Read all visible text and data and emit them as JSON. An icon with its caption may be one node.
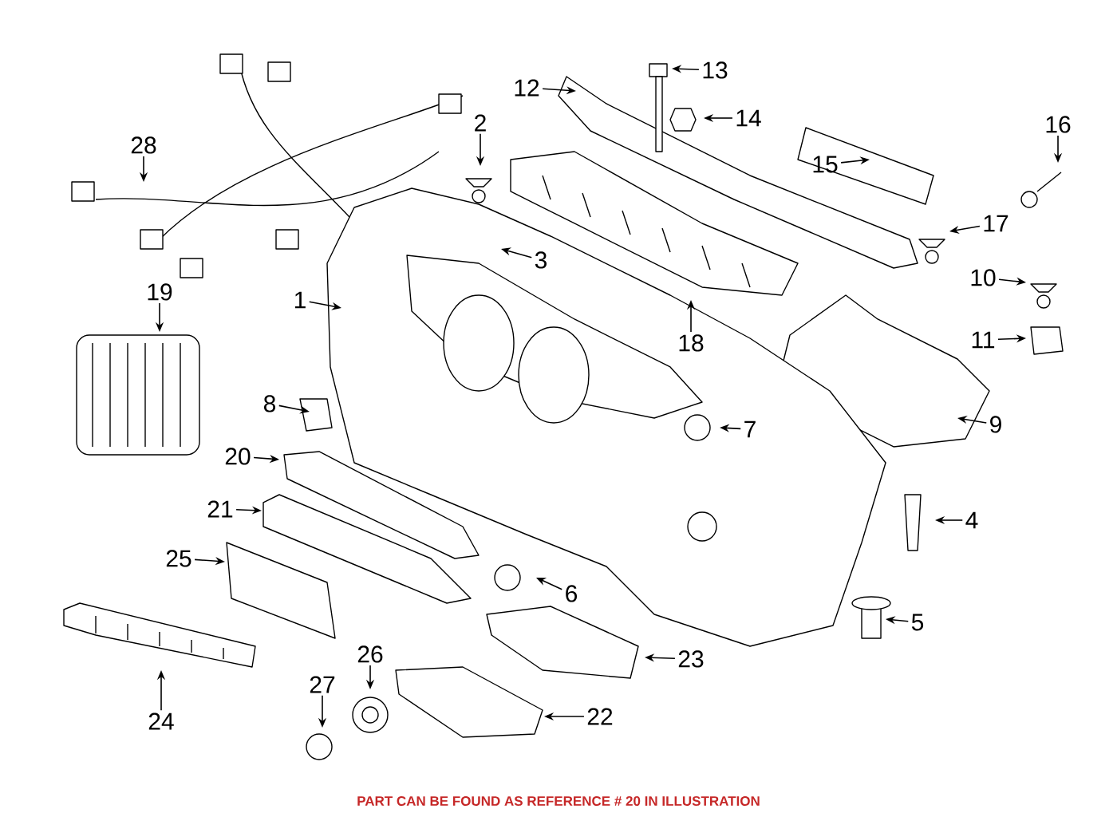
{
  "diagram": {
    "caption": "PART CAN BE FOUND AS REFERENCE # 20 IN ILLUSTRATION",
    "nodes": [
      {
        "text": [
          "1"
        ]
      },
      {
        "text": [
          "2"
        ]
      },
      {
        "text": [
          "3"
        ]
      },
      {
        "text": [
          "4"
        ]
      },
      {
        "text": [
          "5"
        ]
      },
      {
        "text": [
          "6"
        ]
      },
      {
        "text": [
          "7"
        ]
      },
      {
        "text": [
          "8"
        ]
      },
      {
        "text": [
          "9"
        ]
      },
      {
        "text": [
          "10"
        ]
      },
      {
        "text": [
          "11"
        ]
      },
      {
        "text": [
          "12"
        ]
      },
      {
        "text": [
          "13"
        ]
      },
      {
        "text": [
          "14"
        ]
      },
      {
        "text": [
          "15"
        ]
      },
      {
        "text": [
          "16"
        ]
      },
      {
        "text": [
          "17"
        ]
      },
      {
        "text": [
          "18"
        ]
      },
      {
        "text": [
          "19"
        ]
      },
      {
        "text": [
          "20"
        ]
      },
      {
        "text": [
          "21"
        ]
      },
      {
        "text": [
          "22"
        ]
      },
      {
        "text": [
          "23"
        ]
      },
      {
        "text": [
          "24"
        ]
      },
      {
        "text": [
          "25"
        ]
      },
      {
        "text": [
          "26"
        ]
      },
      {
        "text": [
          "27"
        ]
      },
      {
        "text": [
          "28"
        ]
      }
    ],
    "edges": [
      {
        "from": 0,
        "to": null,
        "arrow": "to"
      },
      {
        "from": 1,
        "to": null,
        "arrow": "to"
      },
      {
        "from": 2,
        "to": null,
        "arrow": "to"
      },
      {
        "from": 3,
        "to": null,
        "arrow": "to"
      },
      {
        "from": 4,
        "to": null,
        "arrow": "to"
      },
      {
        "from": 5,
        "to": null,
        "arrow": "to"
      },
      {
        "from": 6,
        "to": null,
        "arrow": "to"
      },
      {
        "from": 7,
        "to": null,
        "arrow": "to"
      },
      {
        "from": 8,
        "to": null,
        "arrow": "to"
      },
      {
        "from": 9,
        "to": null,
        "arrow": "to"
      },
      {
        "from": 10,
        "to": null,
        "arrow": "to"
      },
      {
        "from": 11,
        "to": null,
        "arrow": "to"
      },
      {
        "from": 12,
        "to": null,
        "arrow": "to"
      },
      {
        "from": 13,
        "to": null,
        "arrow": "to"
      },
      {
        "from": 14,
        "to": null,
        "arrow": "to"
      },
      {
        "from": 15,
        "to": null,
        "arrow": "to"
      },
      {
        "from": 16,
        "to": null,
        "arrow": "to"
      },
      {
        "from": 17,
        "to": null,
        "arrow": "to"
      },
      {
        "from": 18,
        "to": null,
        "arrow": "to"
      },
      {
        "from": 19,
        "to": null,
        "arrow": "to"
      },
      {
        "from": 20,
        "to": null,
        "arrow": "to"
      },
      {
        "from": 21,
        "to": null,
        "arrow": "to"
      },
      {
        "from": 22,
        "to": null,
        "arrow": "to"
      },
      {
        "from": 23,
        "to": null,
        "arrow": "to"
      },
      {
        "from": 24,
        "to": null,
        "arrow": "to"
      },
      {
        "from": 25,
        "to": null,
        "arrow": "to"
      },
      {
        "from": 26,
        "to": null,
        "arrow": "to"
      },
      {
        "from": 27,
        "to": null,
        "arrow": "to"
      }
    ]
  }
}
